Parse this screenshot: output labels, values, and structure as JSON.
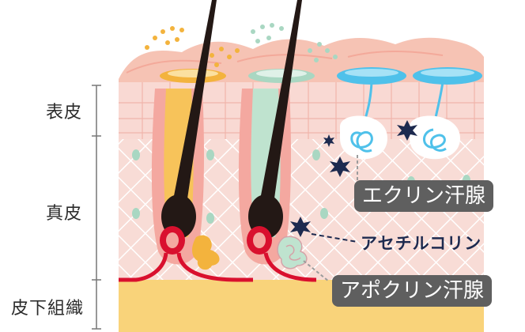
{
  "layers": {
    "epidermis": "表皮",
    "dermis": "真皮",
    "subcutaneous": "皮下組織"
  },
  "callouts": {
    "eccrine": "エクリン汗腺",
    "acetylcholine": "アセチルコリン",
    "apocrine": "アポクリン汗腺"
  },
  "colors": {
    "skin_pink": "#f7d3cf",
    "epidermis_peach": "#f6c3b4",
    "fat_yellow": "#f9d37a",
    "hair": "#231815",
    "gland_orange": "#f3b33d",
    "gland_green": "#bfe3cf",
    "sweat_blue": "#4fc1ea",
    "blood_red": "#d9102e",
    "nerve_navy": "#1d2a4f"
  }
}
